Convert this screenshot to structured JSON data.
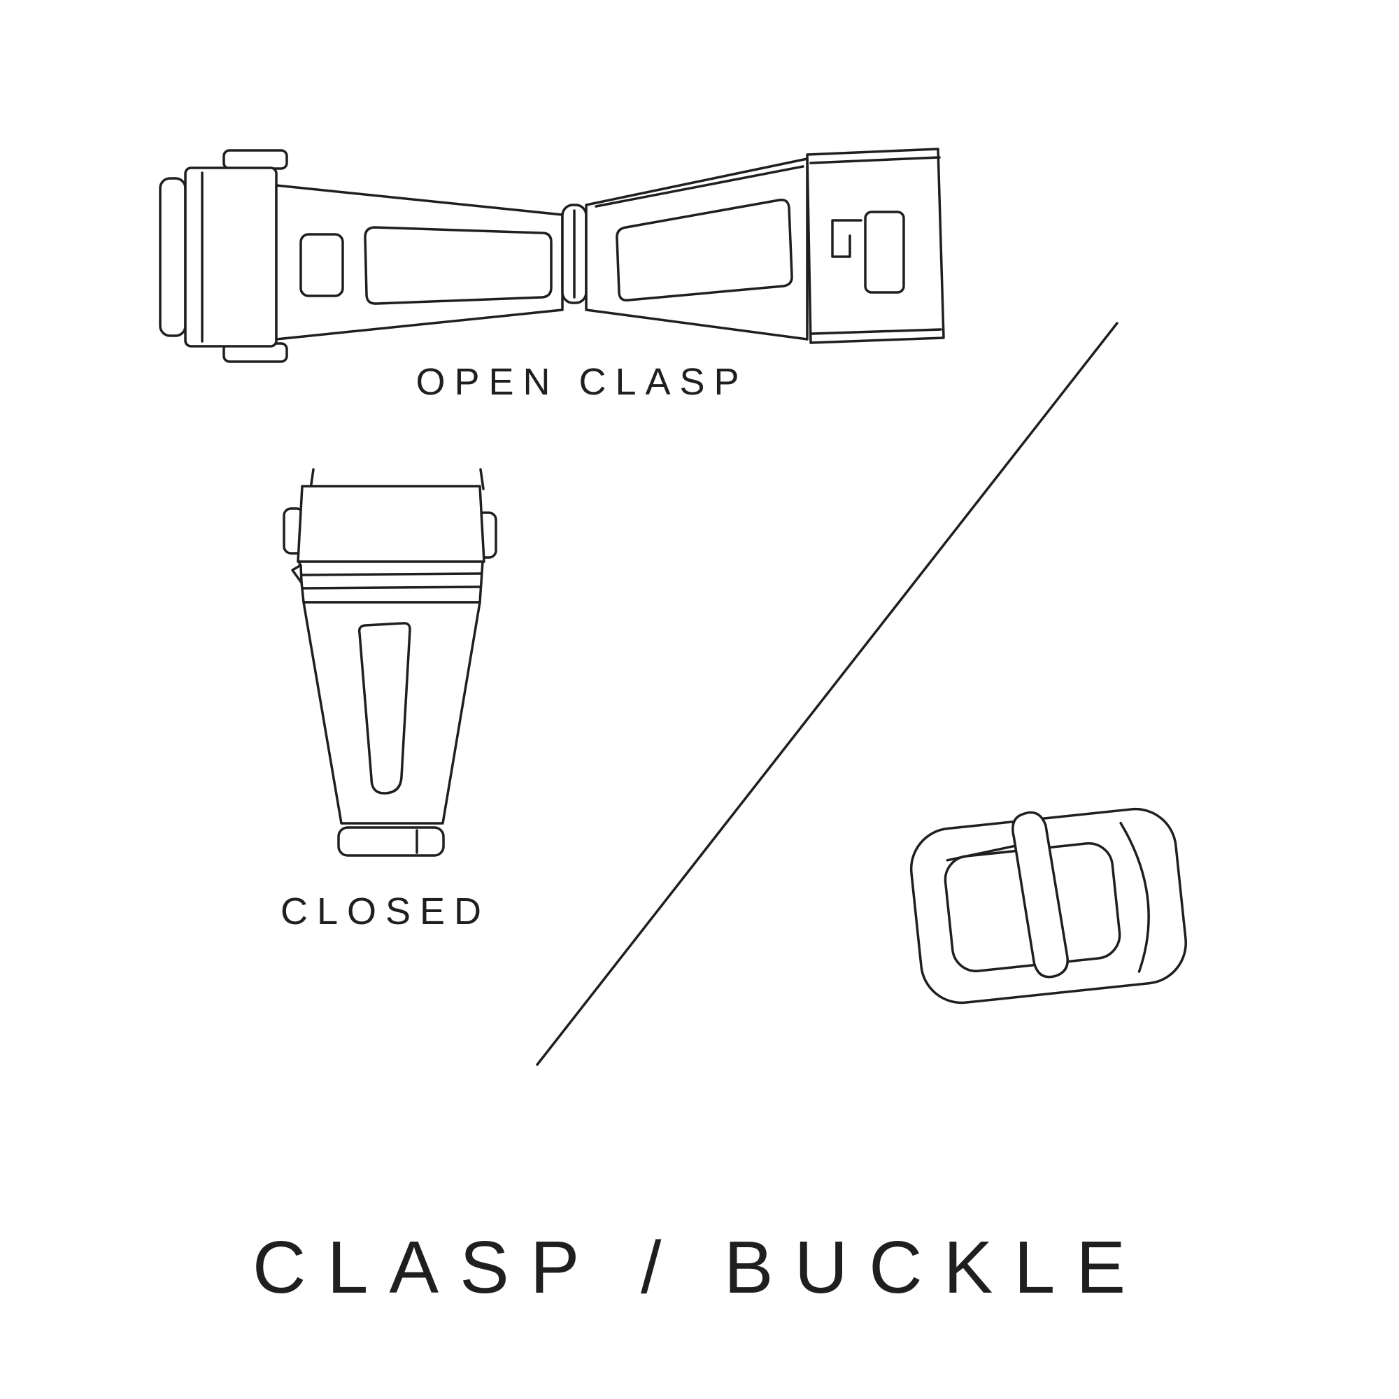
{
  "page": {
    "background_color": "#ffffff",
    "ink_color": "#1f1f1f",
    "title": "CLASP / BUCKLE"
  },
  "labels": {
    "open_clasp": "OPEN CLASP",
    "closed": "CLOSED",
    "title": "CLASP / BUCKLE"
  },
  "figures": {
    "open_clasp": "open-clasp-illustration",
    "closed_clasp": "closed-clasp-illustration",
    "tang_buckle": "tang-buckle-illustration",
    "divider": "diagonal-divider-line"
  }
}
